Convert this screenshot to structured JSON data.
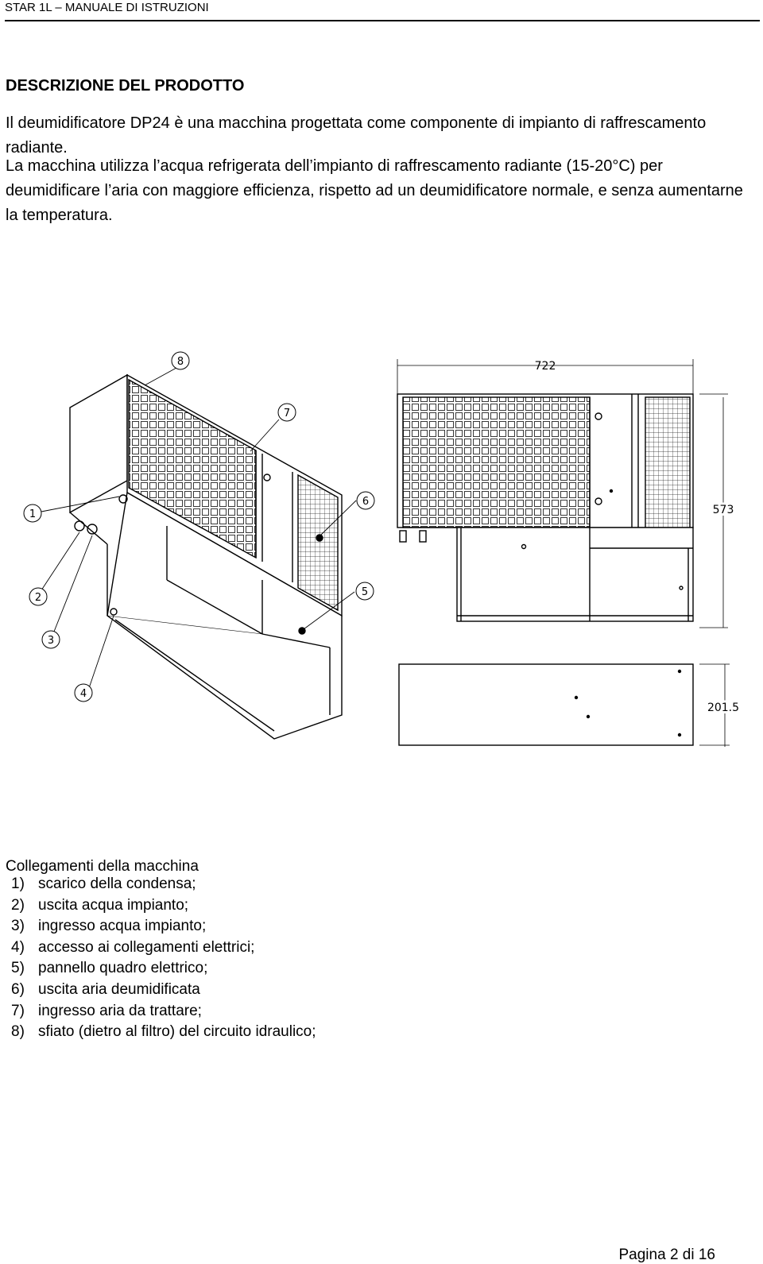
{
  "header": {
    "title": "STAR 1L – MANUALE DI ISTRUZIONI"
  },
  "section": {
    "title": "DESCRIZIONE DEL PRODOTTO"
  },
  "paragraphs": [
    "Il deumidificatore DP24 è una macchina progettata come componente di impianto di raffrescamento radiante.",
    "La macchina utilizza l’acqua refrigerata dell’impianto di raffrescamento radiante (15-20°C) per deumidificare l’aria con maggiore efficienza, rispetto ad un deumidificatore normale, e senza aumentarne la temperatura."
  ],
  "drawing": {
    "callouts": [
      "1",
      "2",
      "3",
      "4",
      "5",
      "6",
      "7",
      "8"
    ],
    "dimensions": {
      "width": "722",
      "height": "573",
      "depth": "201.5"
    }
  },
  "connections": {
    "title": "Collegamenti della macchina",
    "items": [
      {
        "num": "1)",
        "text": "scarico della condensa;"
      },
      {
        "num": "2)",
        "text": "uscita acqua impianto;"
      },
      {
        "num": "3)",
        "text": "ingresso acqua impianto;"
      },
      {
        "num": "4)",
        "text": "accesso ai collegamenti elettrici;"
      },
      {
        "num": "5)",
        "text": "pannello quadro elettrico;"
      },
      {
        "num": "6)",
        "text": "uscita aria deumidificata"
      },
      {
        "num": "7)",
        "text": "ingresso aria da trattare;"
      },
      {
        "num": "8)",
        "text": "sfiato (dietro al filtro) del circuito idraulico;"
      }
    ]
  },
  "footer": {
    "page": "Pagina 2 di 16"
  }
}
